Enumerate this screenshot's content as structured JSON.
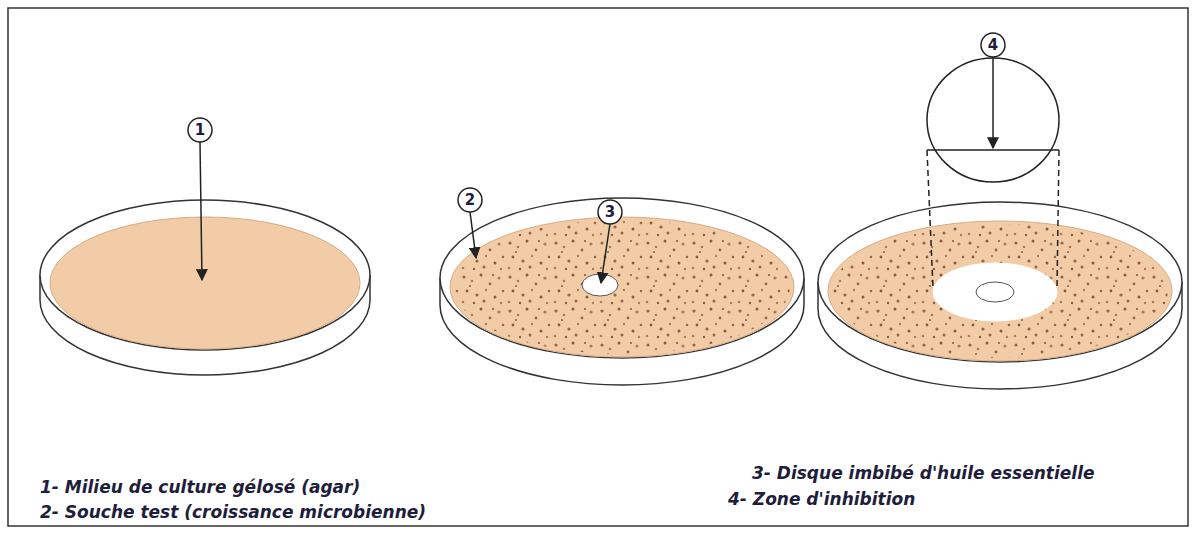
{
  "diagram": {
    "labels": [
      "1",
      "2",
      "3",
      "4",
      "1- Milieu de culture gélosé (agar)",
      "2- Souche test (croissance microbienne)",
      "3- Disque imbibé d'huile essentielle",
      "4- Zone d'inhibition"
    ]
  }
}
